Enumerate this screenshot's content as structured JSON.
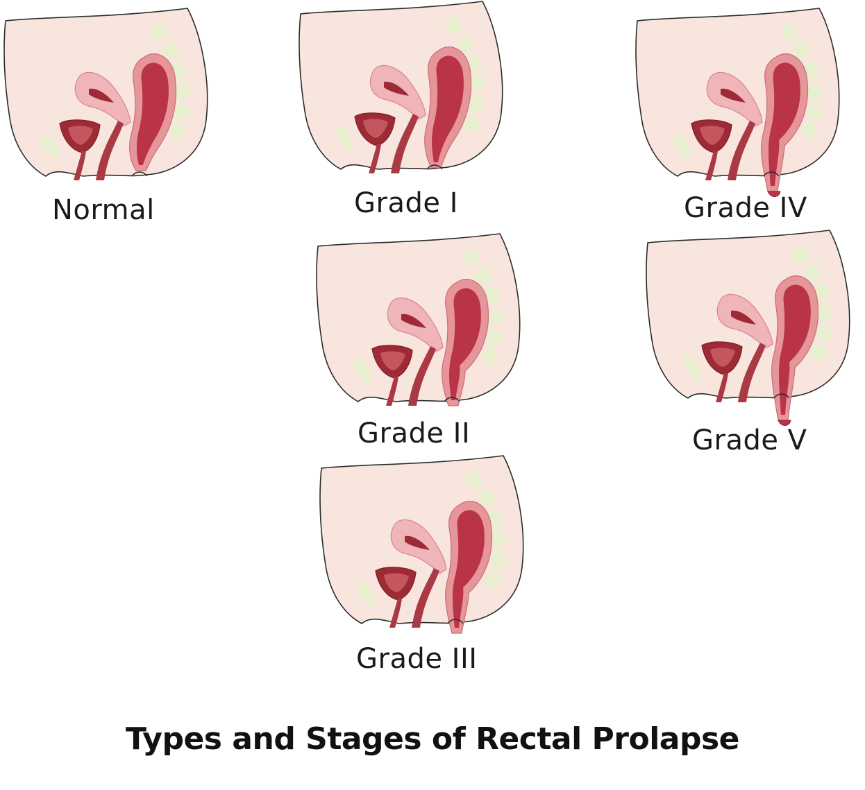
{
  "title": "Types and Stages of Rectal Prolapse",
  "stages": [
    {
      "id": "normal",
      "label": "Normal",
      "prolapse_level": 0
    },
    {
      "id": "grade-1",
      "label": "Grade I",
      "prolapse_level": 1
    },
    {
      "id": "grade-2",
      "label": "Grade II",
      "prolapse_level": 2
    },
    {
      "id": "grade-3",
      "label": "Grade III",
      "prolapse_level": 3
    },
    {
      "id": "grade-4",
      "label": "Grade IV",
      "prolapse_level": 4
    },
    {
      "id": "grade-5",
      "label": "Grade V",
      "prolapse_level": 5
    }
  ],
  "colors": {
    "skin": "#f8e6de",
    "outline": "#2b2b2b",
    "spine": "#e8efcf",
    "uterus": "#efb5b9",
    "rectum_wall": "#e6959a",
    "rectum_inner": "#b83446",
    "bladder": "#9e2a35",
    "canal": "#a93a44"
  }
}
